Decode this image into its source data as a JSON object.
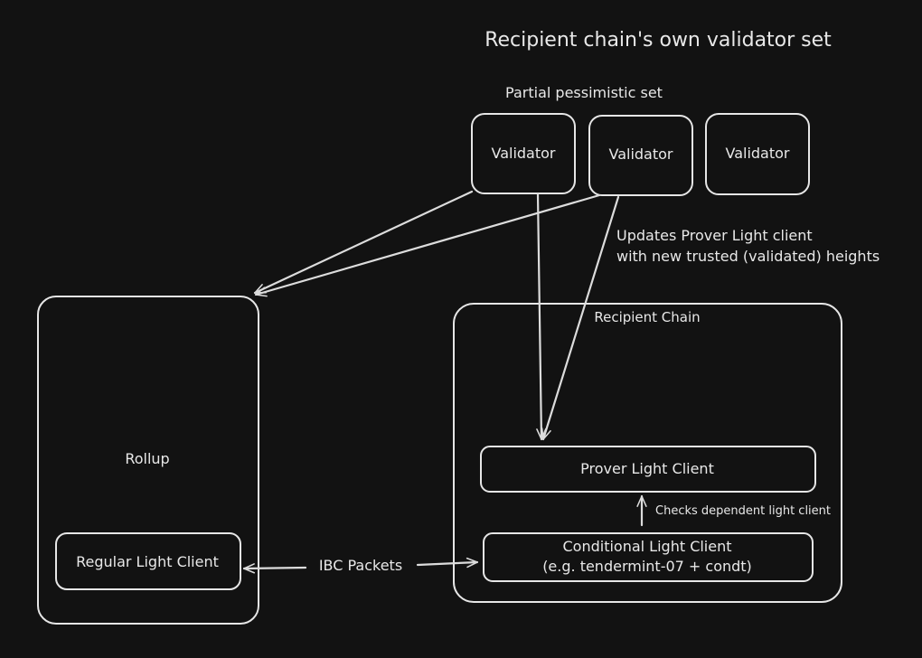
{
  "title": "Recipient chain's own validator set",
  "partial_set_label": "Partial pessimistic set",
  "validators": [
    {
      "label": "Validator"
    },
    {
      "label": "Validator"
    },
    {
      "label": "Validator"
    }
  ],
  "updates_annotation": {
    "line1": "Updates Prover Light client",
    "line2": "with new trusted (validated) heights"
  },
  "rollup": {
    "label": "Rollup",
    "light_client_label": "Regular Light Client"
  },
  "recipient_chain": {
    "label": "Recipient Chain",
    "prover_label": "Prover Light Client",
    "checks_label": "Checks dependent light client",
    "conditional_line1": "Conditional Light Client",
    "conditional_line2": "(e.g. tendermint-07 + condt)"
  },
  "ibc_label": "IBC Packets",
  "colors": {
    "background": "#121212",
    "stroke": "#e6e6e6",
    "text": "#e8e8e8"
  }
}
